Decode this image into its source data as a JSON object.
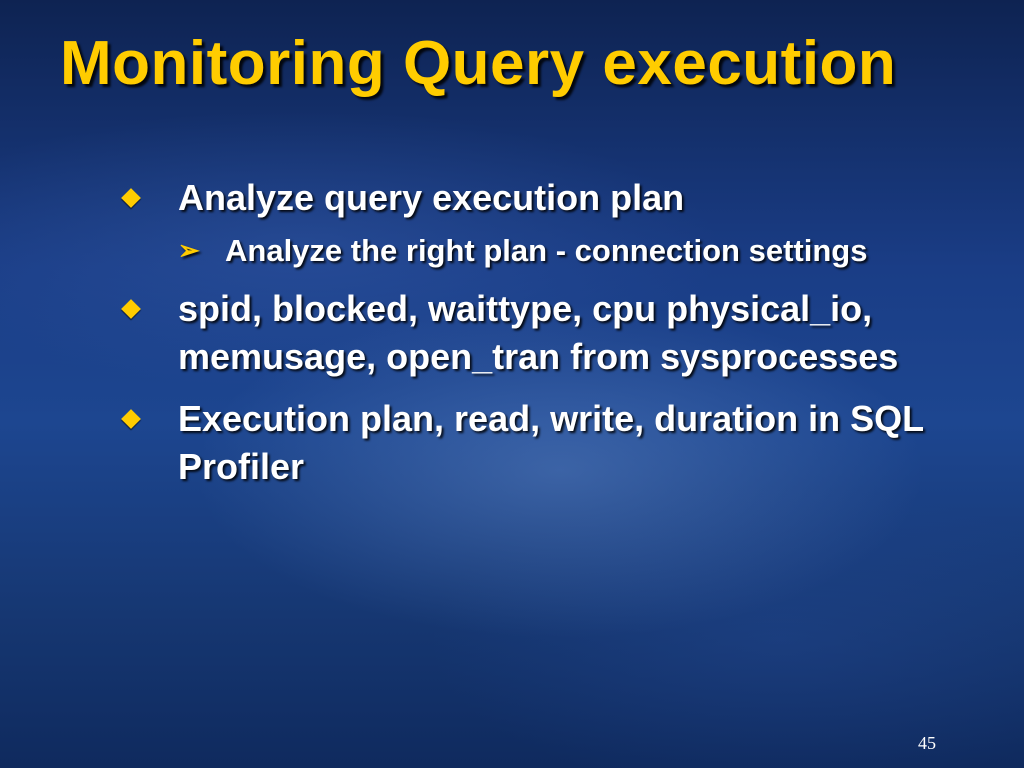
{
  "slide": {
    "title": "Monitoring Query execution",
    "bullets": [
      {
        "text": "Analyze query execution plan",
        "subbullets": [
          "Analyze the right plan - connection settings"
        ]
      },
      {
        "text": "spid, blocked, waittype, cpu physical_io, memusage, open_tran from sysprocesses",
        "subbullets": []
      },
      {
        "text": "Execution plan, read, write, duration in SQL Profiler",
        "subbullets": []
      }
    ],
    "page_number": "45"
  },
  "colors": {
    "title": "#ffcc00",
    "bullet_marker": "#ffcc00",
    "text": "#ffffff",
    "background": "#1a3d86"
  },
  "icons": {
    "primary_bullet": "diamond-bullet-icon",
    "secondary_bullet": "chevron-right-icon"
  }
}
